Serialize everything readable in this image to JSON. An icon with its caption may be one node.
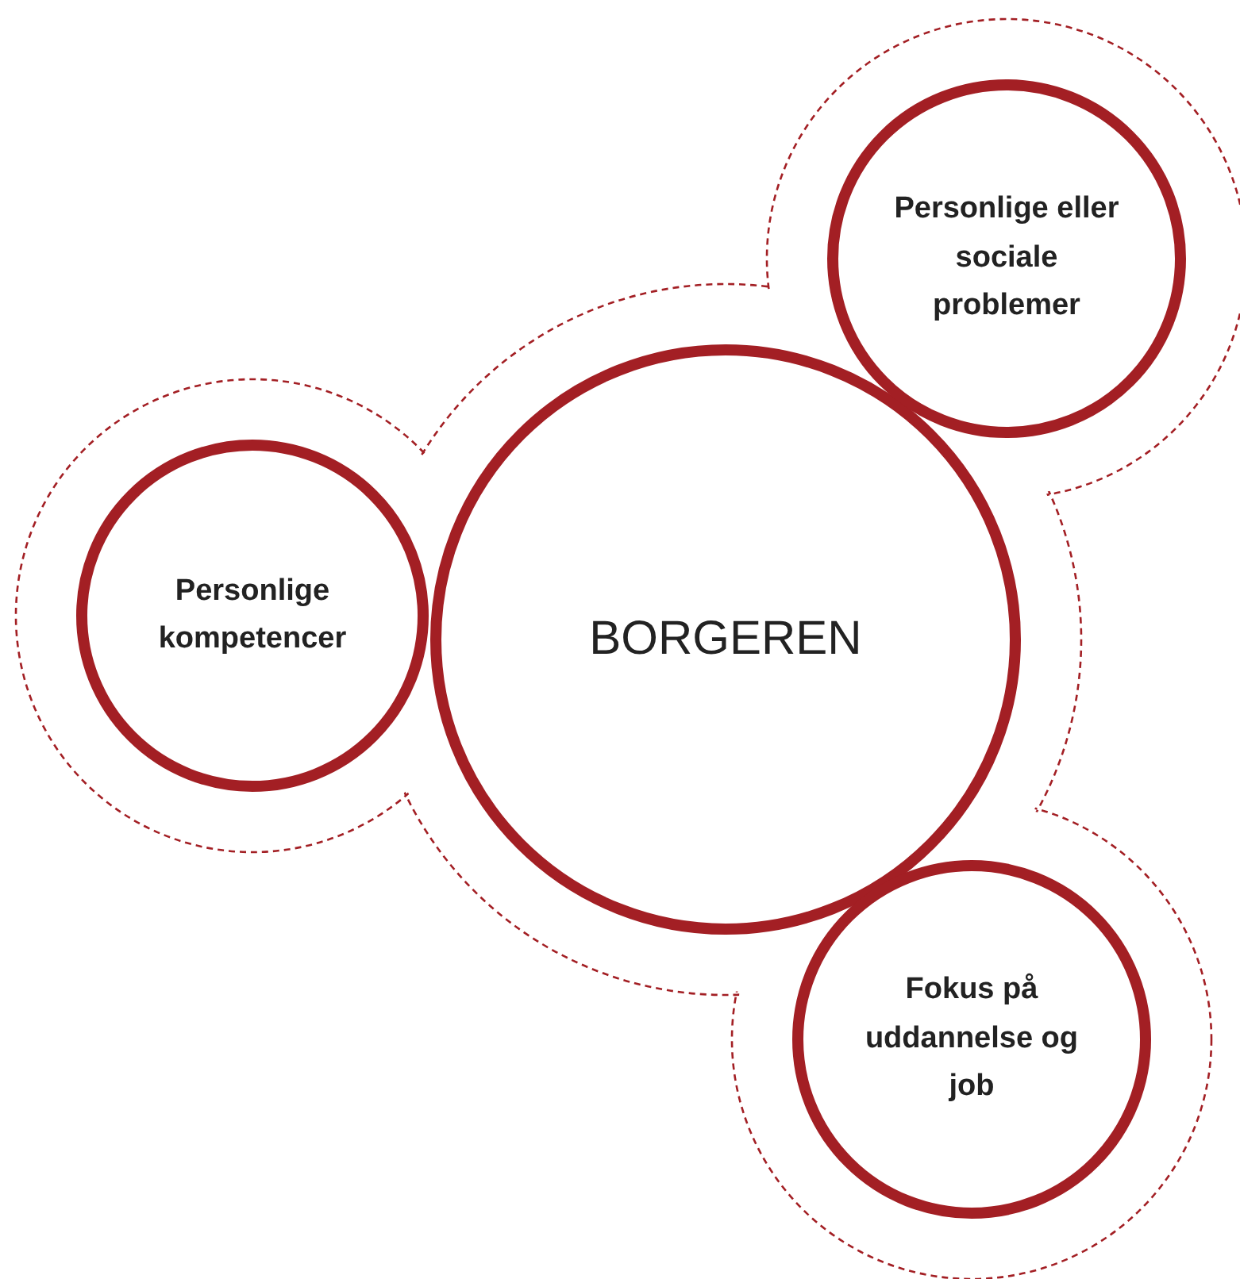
{
  "diagram": {
    "nodes": [
      {
        "text": [],
        "shape": "cloud"
      },
      {
        "text": [
          "BORGEREN"
        ],
        "in": 0
      },
      {
        "text": [
          "Personlige eller sociale problemer"
        ],
        "in": 0
      },
      {
        "text": [
          "Personlige kompetencer"
        ],
        "in": 0
      },
      {
        "text": [
          "Fokus på uddannelse og job"
        ],
        "in": 0
      }
    ],
    "edges": []
  }
}
